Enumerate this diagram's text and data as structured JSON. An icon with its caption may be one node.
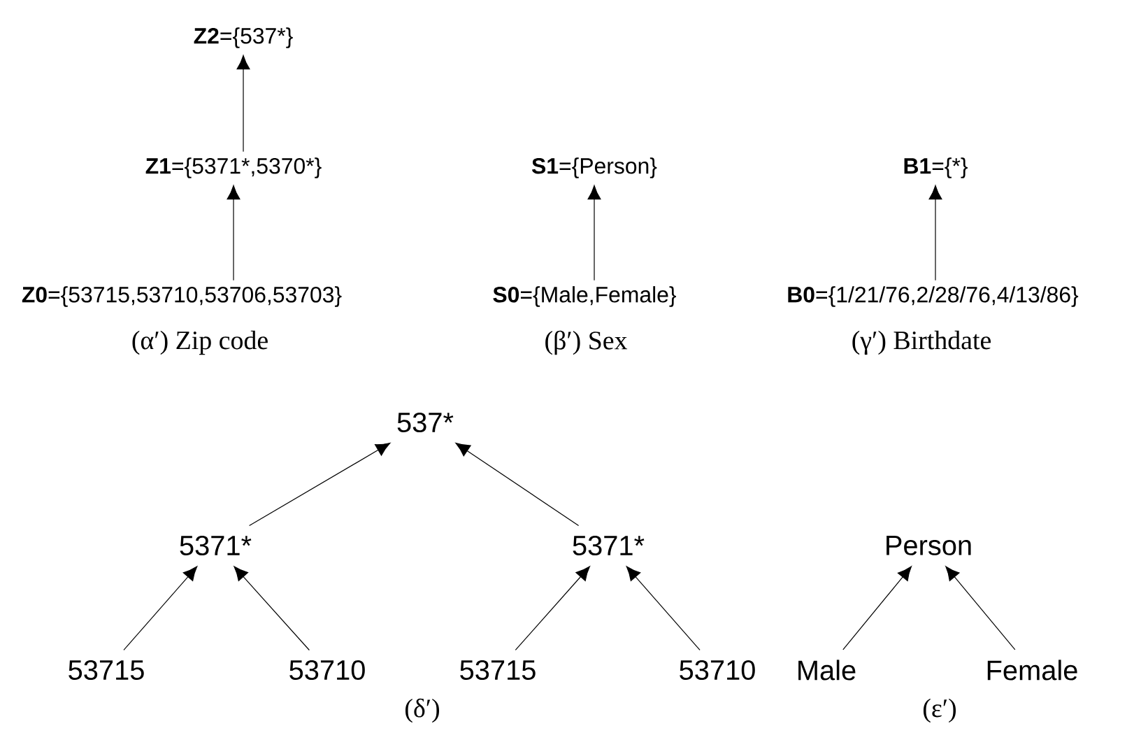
{
  "diagram": {
    "nodes": [
      {
        "text": [
          "Z2",
          "={537*}"
        ]
      },
      {
        "text": [
          "Z1",
          "={5371*,5370*}"
        ]
      },
      {
        "text": [
          "Z0",
          "={53715,53710,53706,53703}"
        ]
      },
      {
        "text": [
          "S1",
          "={Person}"
        ]
      },
      {
        "text": [
          "S0",
          "={Male,Female}"
        ]
      },
      {
        "text": [
          "B1",
          "={*}"
        ]
      },
      {
        "text": [
          "B0",
          "={1/21/76,2/28/76,4/13/86}"
        ]
      },
      {
        "text": [
          "537*"
        ]
      },
      {
        "text": [
          "5371*"
        ]
      },
      {
        "text": [
          "5371*"
        ]
      },
      {
        "text": [
          "53715"
        ]
      },
      {
        "text": [
          "53710"
        ]
      },
      {
        "text": [
          "53715"
        ]
      },
      {
        "text": [
          "53710"
        ]
      },
      {
        "text": [
          "Person"
        ]
      },
      {
        "text": [
          "Male"
        ]
      },
      {
        "text": [
          "Female"
        ]
      }
    ],
    "edges": [
      {
        "from": 1,
        "to": 0,
        "arrow": "to"
      },
      {
        "from": 2,
        "to": 1,
        "arrow": "to"
      },
      {
        "from": 4,
        "to": 3,
        "arrow": "to"
      },
      {
        "from": 6,
        "to": 5,
        "arrow": "to"
      },
      {
        "from": 8,
        "to": 7,
        "arrow": "to"
      },
      {
        "from": 9,
        "to": 7,
        "arrow": "to"
      },
      {
        "from": 10,
        "to": 8,
        "arrow": "to"
      },
      {
        "from": 11,
        "to": 8,
        "arrow": "to"
      },
      {
        "from": 12,
        "to": 9,
        "arrow": "to"
      },
      {
        "from": 13,
        "to": 9,
        "arrow": "to"
      },
      {
        "from": 15,
        "to": 14,
        "arrow": "to"
      },
      {
        "from": 16,
        "to": 14,
        "arrow": "to"
      }
    ],
    "labels": [
      "(α′) Zip code",
      "(β′) Sex",
      "(γ′) Birthdate",
      "(δ′)",
      "(ε′)"
    ]
  }
}
